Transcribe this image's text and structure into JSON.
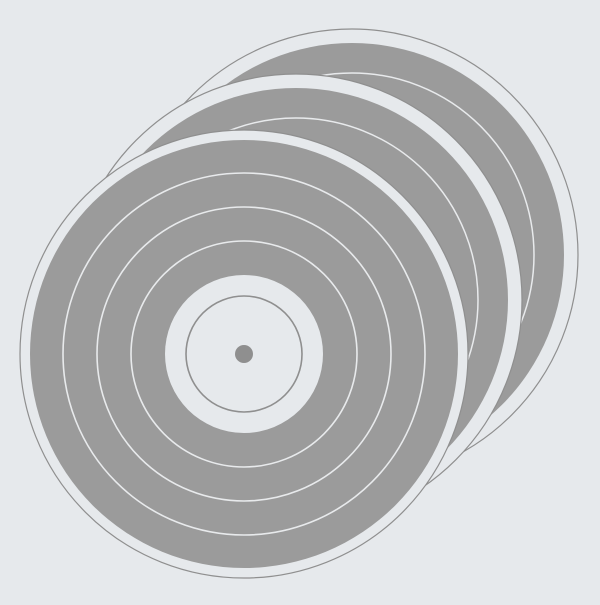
{
  "palette": {
    "background": "#e6e9ec",
    "groove_fill": "#9b9b9b",
    "ring_line": "#e8eaec",
    "rim": "#e6e9ec",
    "outline": "#8f8f8f",
    "spindle": "#8f8f8f"
  },
  "records": [
    {
      "name": "vinyl-record-back",
      "grooves": 5
    },
    {
      "name": "vinyl-record-middle",
      "grooves": 5
    },
    {
      "name": "vinyl-record-front",
      "grooves": 5
    }
  ]
}
